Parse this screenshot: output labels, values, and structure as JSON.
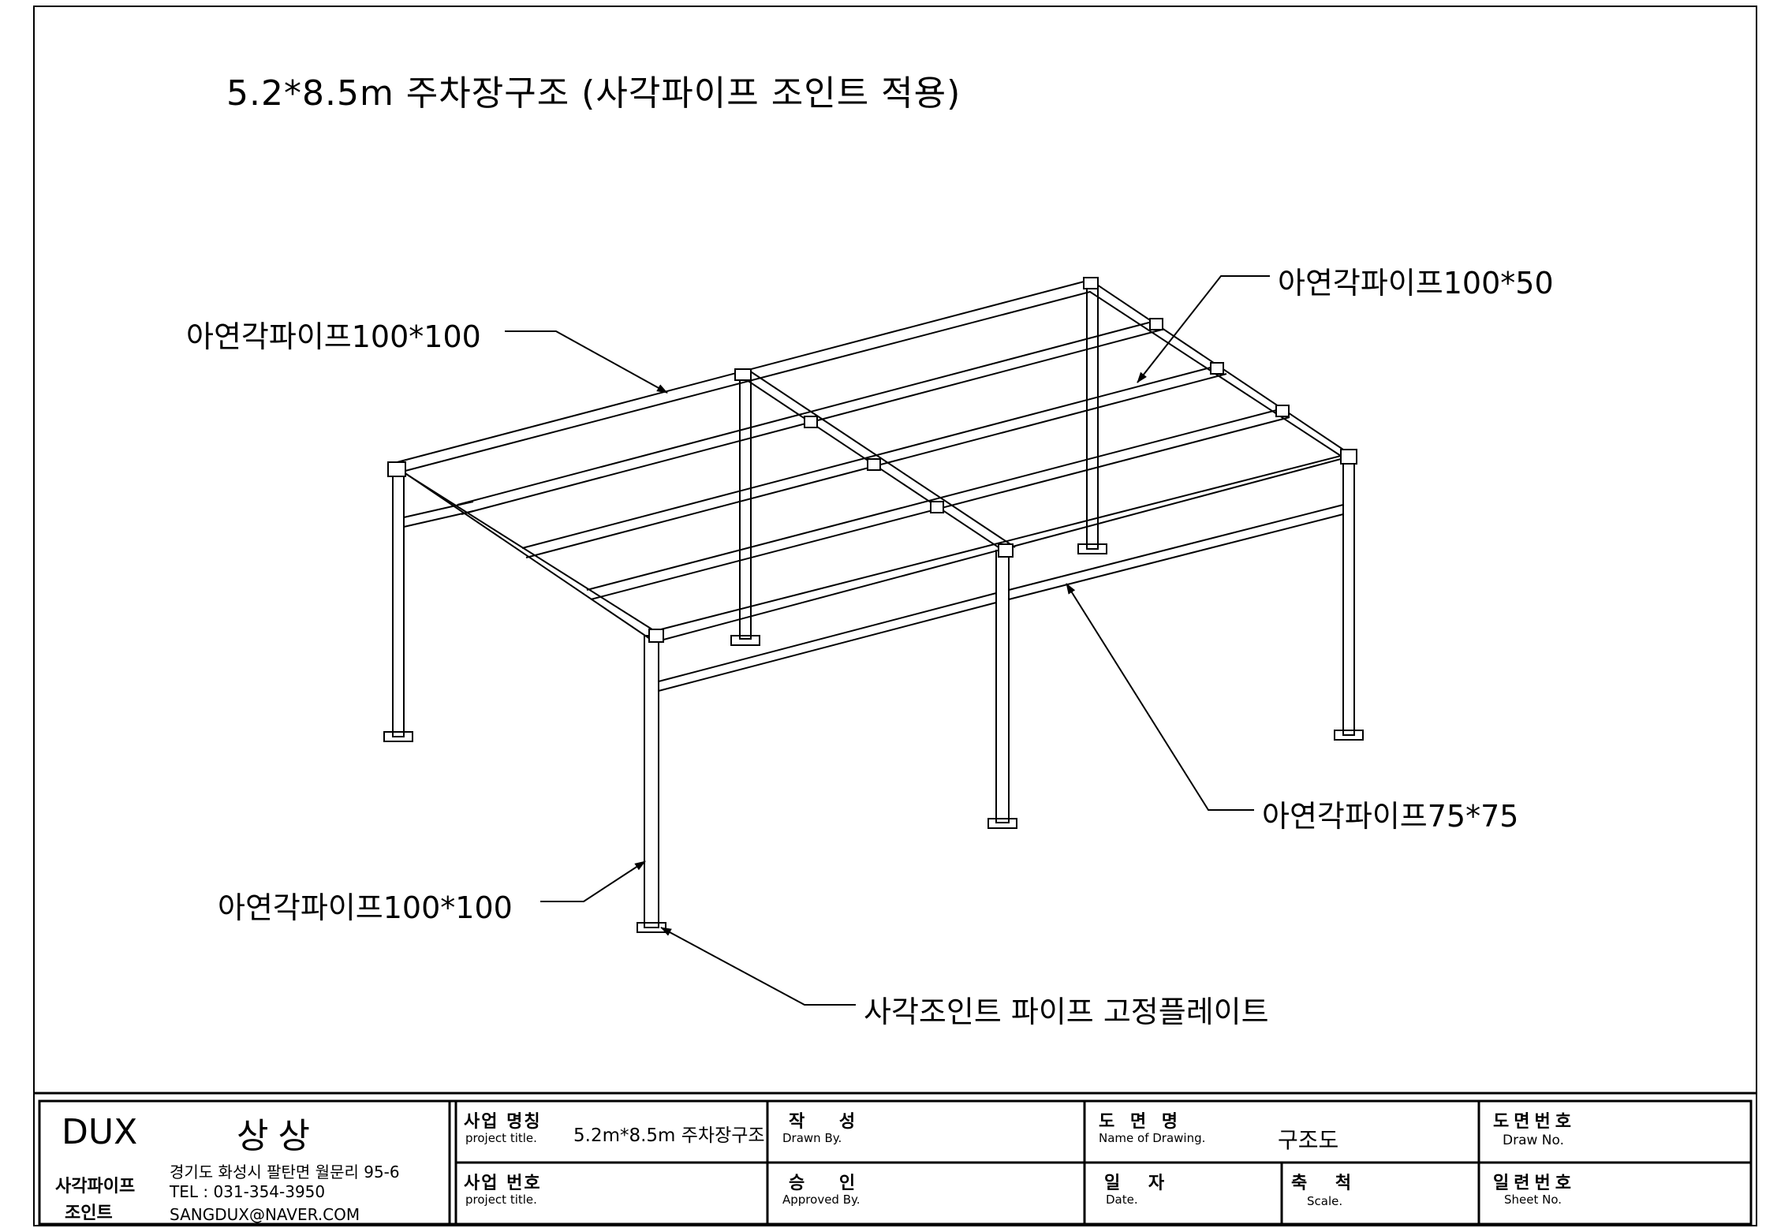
{
  "drawing": {
    "title": "5.2*8.5m 주차장구조 (사각파이프 조인트 적용)",
    "callouts": {
      "top_left": "아연각파이프100*100",
      "top_right": "아연각파이프100*50",
      "mid_right": "아연각파이프75*75",
      "bottom_left": "아연각파이프100*100",
      "bottom": "사각조인트 파이프 고정플레이트"
    }
  },
  "title_block": {
    "brand": "DUX",
    "brand_korean": "상상",
    "company_sub_1": "사각파이프",
    "company_sub_2": "조인트",
    "address": "경기도 화성시 팔탄면 월문리 95-6",
    "tel": "TEL : 031-354-3950",
    "email": "SANGDUX@NAVER.COM",
    "project_name_kr": "사업 명칭",
    "project_name_en": "project title.",
    "project_name_value": "5.2m*8.5m 주차장구조",
    "project_no_kr": "사업 번호",
    "project_no_en": "project title.",
    "drawn_kr": "작 성",
    "drawn_en": "Drawn By.",
    "approved_kr": "승 인",
    "approved_en": "Approved By.",
    "drawing_name_kr": "도 면 명",
    "drawing_name_en": "Name of Drawing.",
    "drawing_name_value": "구조도",
    "date_kr": "일 자",
    "date_en": "Date.",
    "scale_kr": "축 척",
    "scale_en": "Scale.",
    "draw_no_kr": "도면번호",
    "draw_no_en": "Draw No.",
    "sheet_no_kr": "일련번호",
    "sheet_no_en": "Sheet No."
  }
}
